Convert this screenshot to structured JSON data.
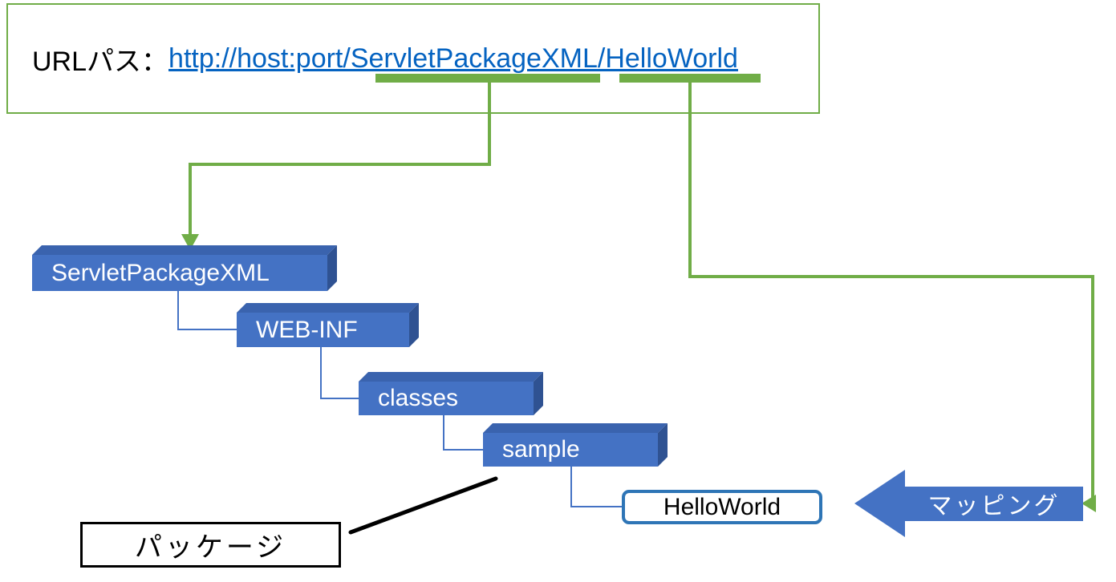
{
  "url_panel": {
    "label": "URLパス：",
    "link_text": "http://host:port/ServletPackageXML/HelloWorld"
  },
  "tree": {
    "folders": [
      {
        "label": "ServletPackageXML"
      },
      {
        "label": "WEB-INF"
      },
      {
        "label": "classes"
      },
      {
        "label": "sample"
      }
    ],
    "file_label": "HelloWorld"
  },
  "annotations": {
    "package_label": "パッケージ",
    "mapping_label": "マッピング"
  },
  "colors": {
    "green": "#70AD47",
    "blue": "#4472C4",
    "blue_dark": "#2F5292",
    "file_border": "#2E75B6",
    "link": "#0563C1"
  }
}
